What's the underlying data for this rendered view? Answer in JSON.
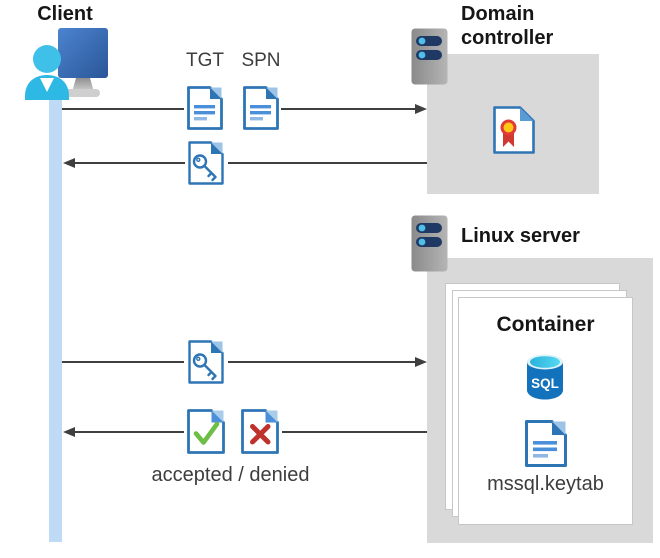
{
  "client": {
    "label": "Client"
  },
  "domain_controller": {
    "line1": "Domain",
    "line2": "controller"
  },
  "linux_server": {
    "title": "Linux server"
  },
  "container": {
    "title": "Container",
    "sql_label": "SQL",
    "keytab_label": "mssql.keytab"
  },
  "flow": {
    "tgt_label": "TGT",
    "spn_label": "SPN",
    "result_caption": "accepted / denied"
  },
  "colors": {
    "accent_blue": "#2E75B6",
    "fold_light_blue": "#9DC3E6",
    "doc_line_blue": "#4A8FD9",
    "lifeline_blue": "#BFDAF4",
    "box_gray": "#D9D9D9",
    "arrow_gray": "#3F3F3F",
    "check_green": "#6CBE45",
    "cross_red": "#BE312D",
    "person_cyan": "#2EB9E5",
    "server_bar_navy": "#1F3864",
    "sql_body_blue": "#1272BC"
  }
}
